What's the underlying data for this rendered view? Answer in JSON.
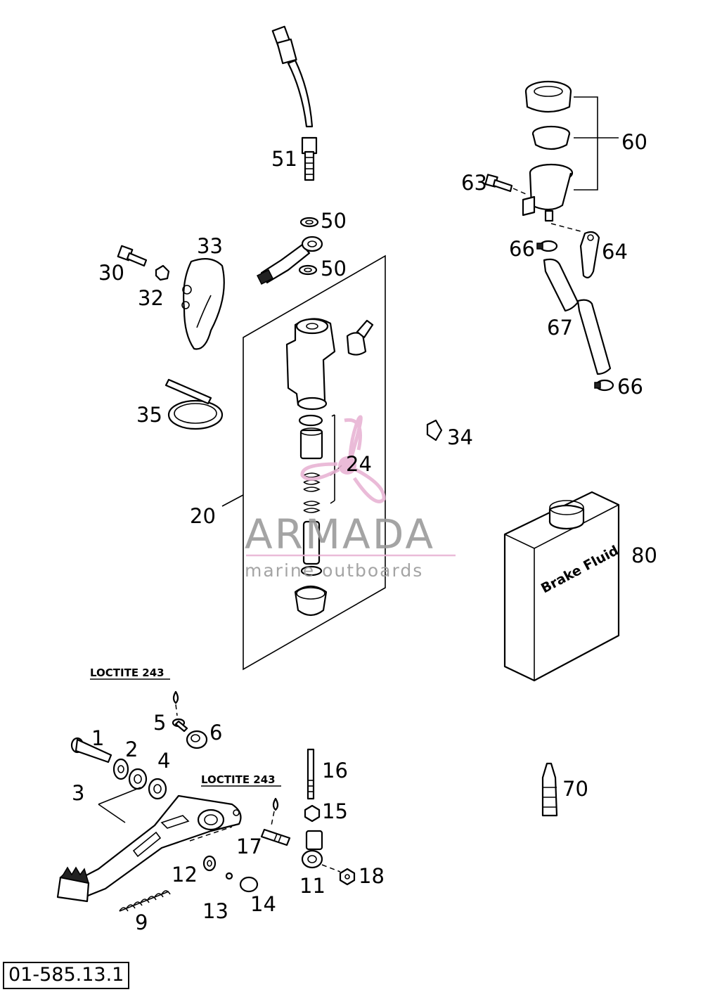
{
  "labels": {
    "p1": "1",
    "p2": "2",
    "p3": "3",
    "p4": "4",
    "p5": "5",
    "p6": "6",
    "p9": "9",
    "p11": "11",
    "p12": "12",
    "p13": "13",
    "p14": "14",
    "p15": "15",
    "p16": "16",
    "p17": "17",
    "p18": "18",
    "p20": "20",
    "p24": "24",
    "p30": "30",
    "p32": "32",
    "p33": "33",
    "p34": "34",
    "p35": "35",
    "p50a": "50",
    "p50b": "50",
    "p51": "51",
    "p60": "60",
    "p63": "63",
    "p64": "64",
    "p66a": "66",
    "p66b": "66",
    "p67": "67",
    "p70": "70",
    "p80": "80"
  },
  "notes": {
    "loctite_upper": "LOCTITE 243",
    "loctite_lower": "LOCTITE 243"
  },
  "container_label": "Brake Fluid",
  "watermark": {
    "brand": "ARMADA",
    "tagline": "marine outboards",
    "logo_color": "#e8b4d4"
  },
  "document_ref": "01-585.13.1"
}
